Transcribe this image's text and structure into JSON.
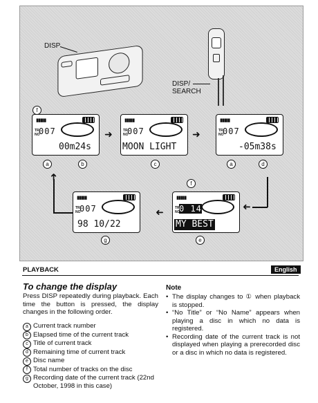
{
  "figure": {
    "disp_label": "DISP",
    "remote_label_line1": "DISP/",
    "remote_label_line2": "SEARCH",
    "step_marker": "f",
    "displays": [
      {
        "id": "d1",
        "num": "007",
        "text": "00m24s",
        "callouts": [
          "a",
          "b"
        ],
        "inverted": false
      },
      {
        "id": "d2",
        "num": "007",
        "text": "MOON LIGHT",
        "callouts": [
          "c"
        ],
        "inverted": false
      },
      {
        "id": "d3",
        "num": "007",
        "text": "-05m38s",
        "callouts": [
          "a",
          "d"
        ],
        "inverted": false
      },
      {
        "id": "d4",
        "num": "0 14",
        "text": "MY BEST",
        "callouts": [
          "f",
          "e"
        ],
        "inverted": true
      },
      {
        "id": "d5",
        "num": "007",
        "text": "98 10/22",
        "callouts": [
          "g"
        ],
        "inverted": false
      }
    ]
  },
  "section": "PLAYBACK",
  "language_badge": "English",
  "title": "To change the display",
  "paragraph": "Press DISP repeatedly during playback. Each time the button is pressed, the display changes in the following order.",
  "items": [
    {
      "mark": "a",
      "text": "Current track number"
    },
    {
      "mark": "b",
      "text": "Elapsed time of the current track"
    },
    {
      "mark": "c",
      "text": "Title of current track"
    },
    {
      "mark": "d",
      "text": "Remaining time of current track"
    },
    {
      "mark": "e",
      "text": "Disc name"
    },
    {
      "mark": "f",
      "text": "Total number of tracks on the disc"
    },
    {
      "mark": "g",
      "text": "Recording date of the current track (22nd October, 1998 in this case)"
    }
  ],
  "note_title": "Note",
  "notes": [
    "The display changes to ① when playback is stopped.",
    "“No Title” or “No Name” appears when playing a disc in which no data is registered.",
    "Recording date of the current track is not displayed when playing a prerecorded disc or a disc in which no data is registered."
  ]
}
